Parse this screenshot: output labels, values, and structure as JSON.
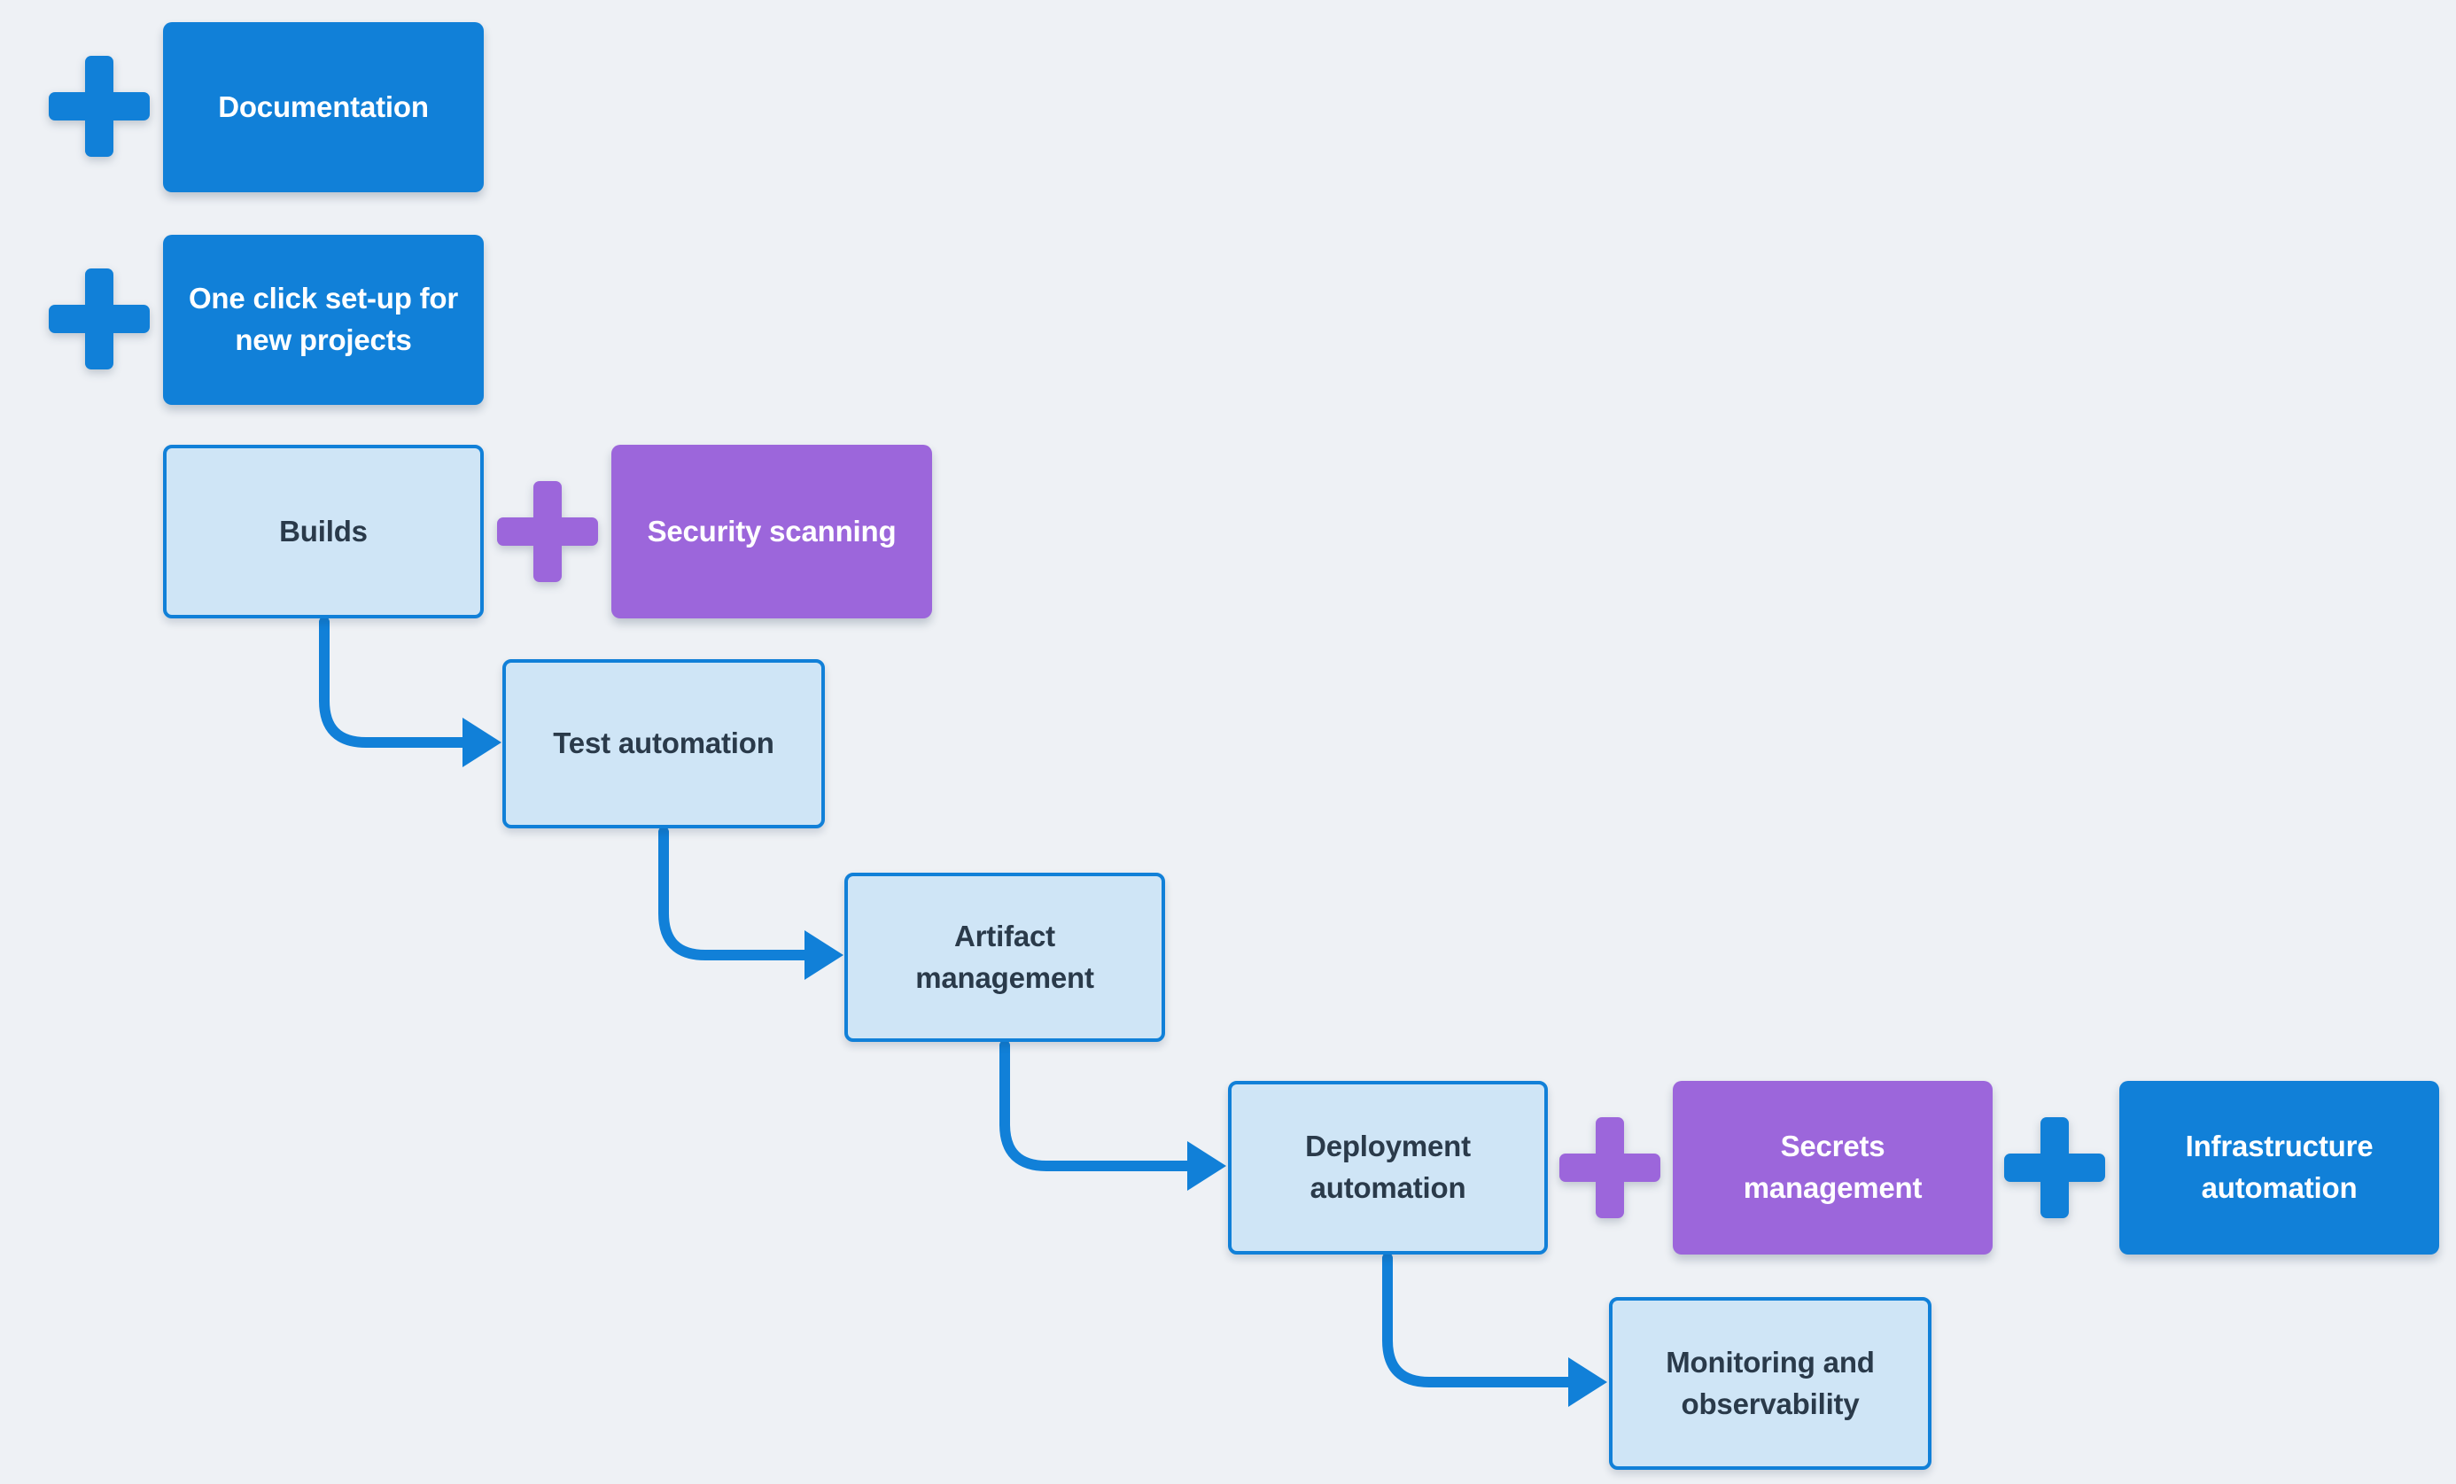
{
  "diagram": {
    "colors": {
      "background": "#eef1f5",
      "blue": "#1180d8",
      "purple": "#9c66db",
      "light_fill": "#cfe5f6",
      "outline": "#1180d8",
      "dark_text": "#2a3a4a",
      "light_text": "#ffffff"
    },
    "nodes": [
      {
        "id": "documentation",
        "label": "Documentation",
        "style": "solid-blue"
      },
      {
        "id": "one-click-setup",
        "label": "One click set-up for\nnew projects",
        "style": "solid-blue"
      },
      {
        "id": "builds",
        "label": "Builds",
        "style": "outline-light"
      },
      {
        "id": "security-scanning",
        "label": "Security scanning",
        "style": "solid-purple"
      },
      {
        "id": "test-automation",
        "label": "Test automation",
        "style": "outline-light"
      },
      {
        "id": "artifact-management",
        "label": "Artifact\nmanagement",
        "style": "outline-light"
      },
      {
        "id": "deployment-automation",
        "label": "Deployment\nautomation",
        "style": "outline-light"
      },
      {
        "id": "secrets-management",
        "label": "Secrets\nmanagement",
        "style": "solid-purple"
      },
      {
        "id": "infrastructure-automation",
        "label": "Infrastructure\nautomation",
        "style": "solid-blue"
      },
      {
        "id": "monitoring-observability",
        "label": "Monitoring and\nobservability",
        "style": "outline-light"
      }
    ],
    "plus_icons": [
      {
        "id": "plus-documentation",
        "color": "blue"
      },
      {
        "id": "plus-one-click-setup",
        "color": "blue"
      },
      {
        "id": "plus-security-scanning",
        "color": "purple"
      },
      {
        "id": "plus-secrets-management",
        "color": "purple"
      },
      {
        "id": "plus-infrastructure-automation",
        "color": "blue"
      }
    ],
    "connectors": [
      {
        "from": "builds",
        "to": "test-automation"
      },
      {
        "from": "test-automation",
        "to": "artifact-management"
      },
      {
        "from": "artifact-management",
        "to": "deployment-automation"
      },
      {
        "from": "deployment-automation",
        "to": "monitoring-observability"
      }
    ]
  }
}
